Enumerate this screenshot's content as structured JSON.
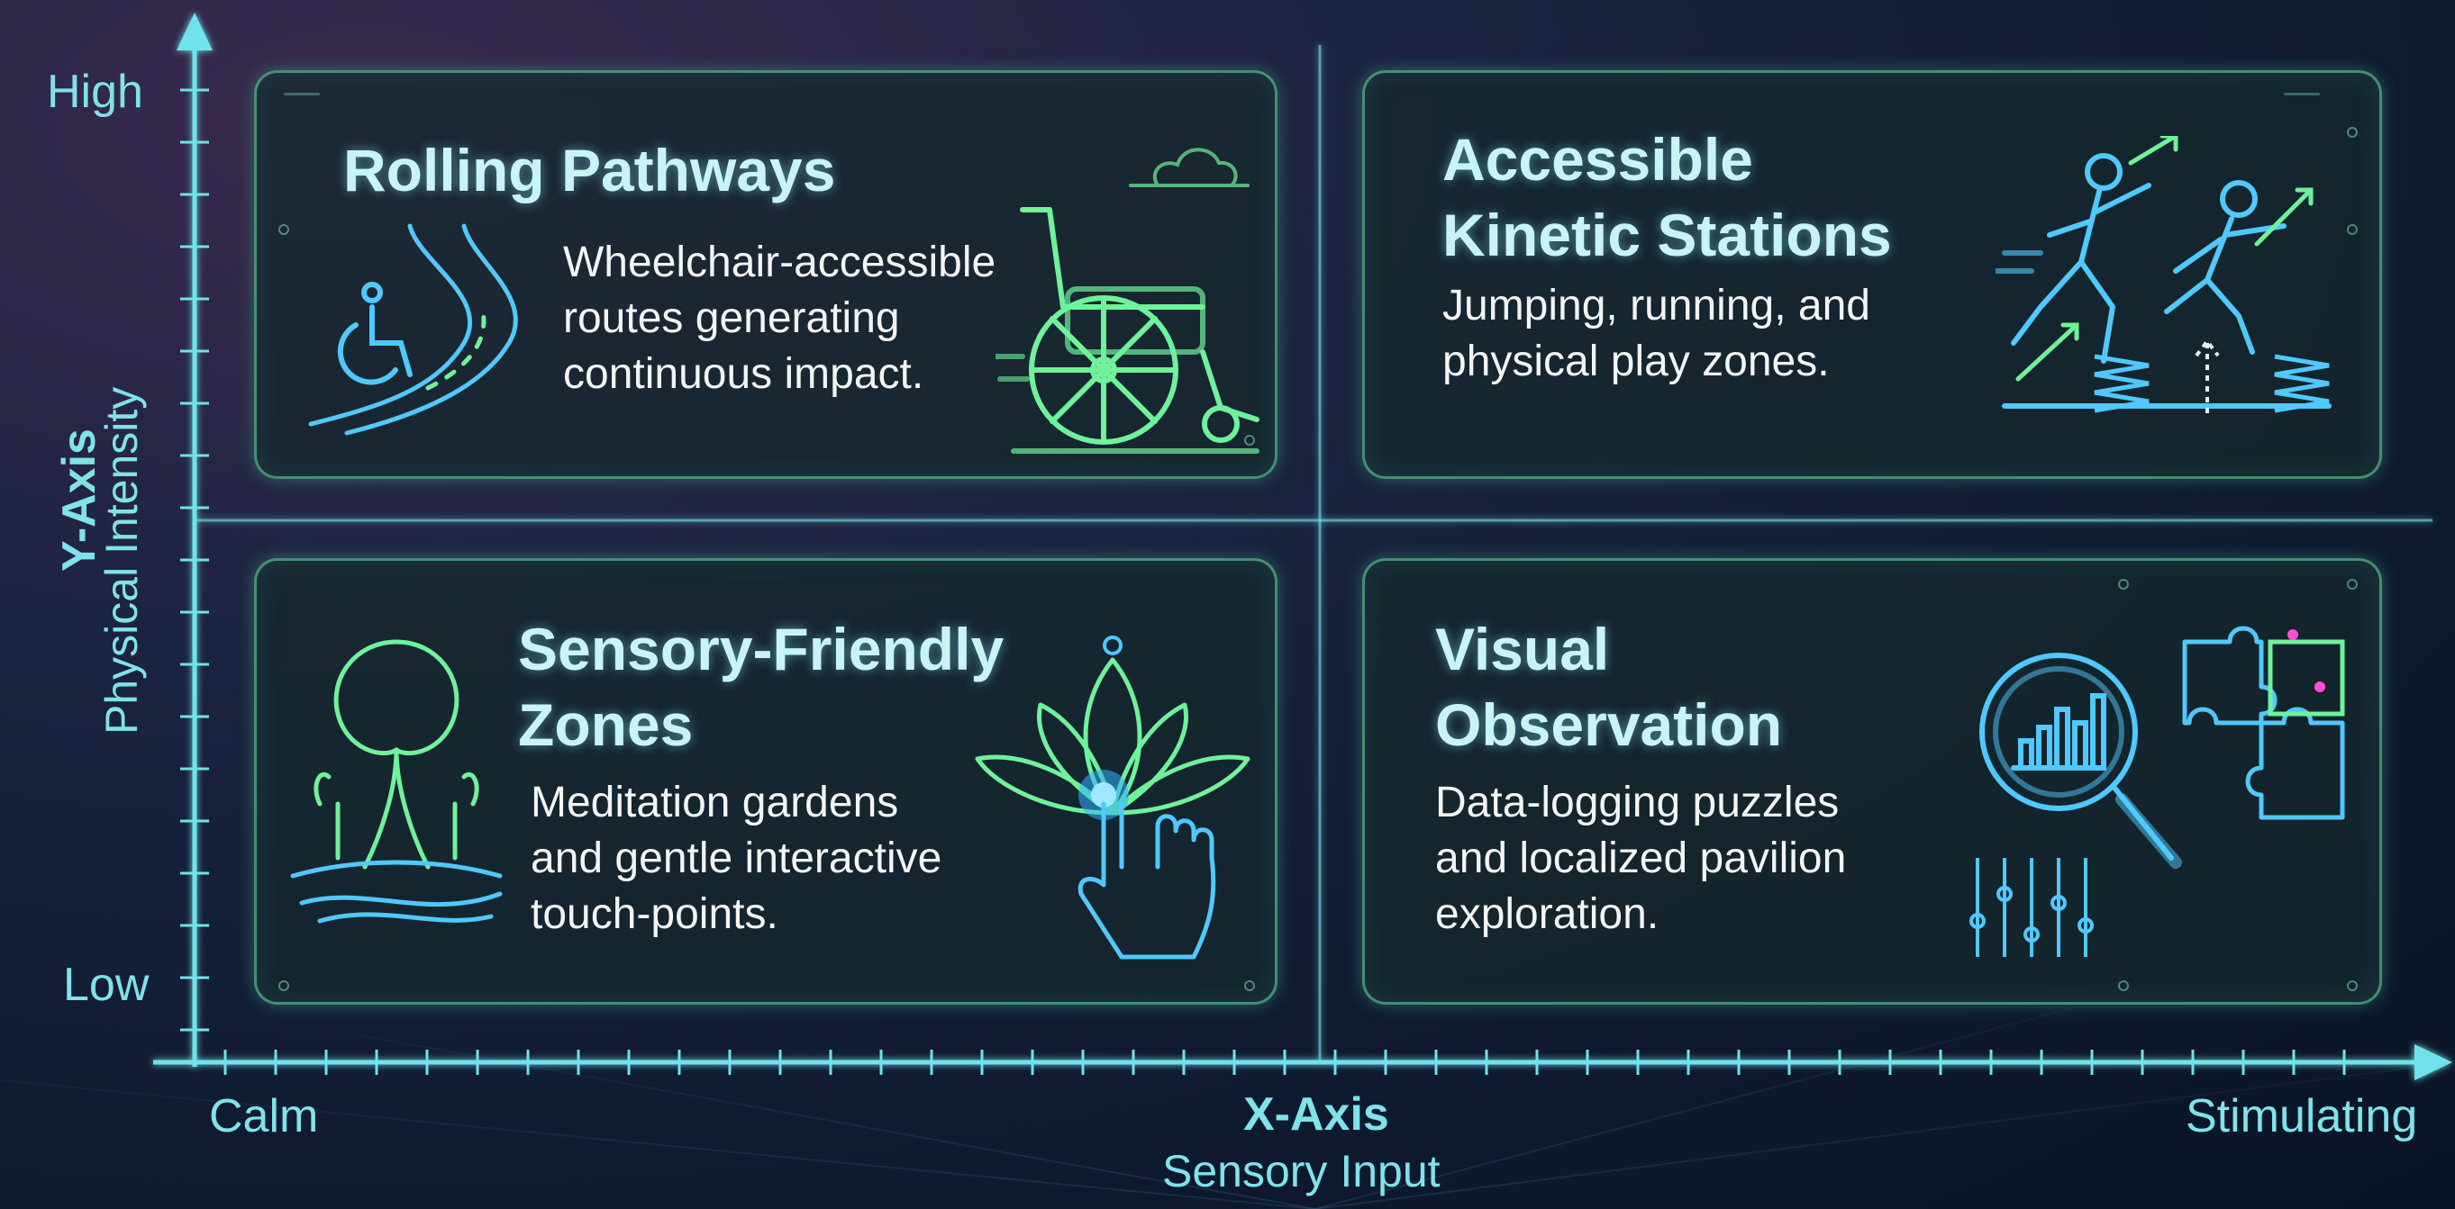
{
  "axes": {
    "y_title": "Y-Axis",
    "y_subtitle": "Physical Intensity",
    "y_high": "High",
    "y_low": "Low",
    "x_title": "X-Axis",
    "x_subtitle": "Sensory Input",
    "x_low": "Calm",
    "x_high": "Stimulating"
  },
  "quadrants": {
    "top_left": {
      "title": "Rolling Pathways",
      "desc_lines": [
        "Wheelchair-accessible",
        "routes generating",
        "continuous impact."
      ]
    },
    "top_right": {
      "title_lines": [
        "Accessible",
        "Kinetic Stations"
      ],
      "desc_lines": [
        "Jumping, running, and",
        "physical play zones."
      ]
    },
    "bottom_left": {
      "title_lines": [
        "Sensory-Friendly",
        "Zones"
      ],
      "desc_lines": [
        "Meditation gardens",
        "and gentle interactive",
        "touch-points."
      ]
    },
    "bottom_right": {
      "title_lines": [
        "Visual",
        "Observation"
      ],
      "desc_lines": [
        "Data-logging puzzles",
        "and localized pavilion",
        "exploration."
      ]
    }
  },
  "icons": {
    "top_left": [
      "winding-path-icon",
      "wheelchair-user-icon",
      "wheelchair-icon",
      "cloud-icon"
    ],
    "top_right": [
      "running-figures-icon",
      "spring-icon",
      "arrow-up-icon"
    ],
    "bottom_left": [
      "garden-tree-icon",
      "lotus-icon",
      "touch-hand-icon"
    ],
    "bottom_right": [
      "magnifier-chart-icon",
      "puzzle-icon",
      "slider-icon"
    ]
  },
  "colors": {
    "background": "#0f1a30",
    "axis": "#6fe3ea",
    "card_border": "#6ee6aa",
    "title": "#c8f4f6",
    "text": "#f2f5f5",
    "icon_blue": "#4fc9ff",
    "icon_green": "#6ef29a"
  }
}
